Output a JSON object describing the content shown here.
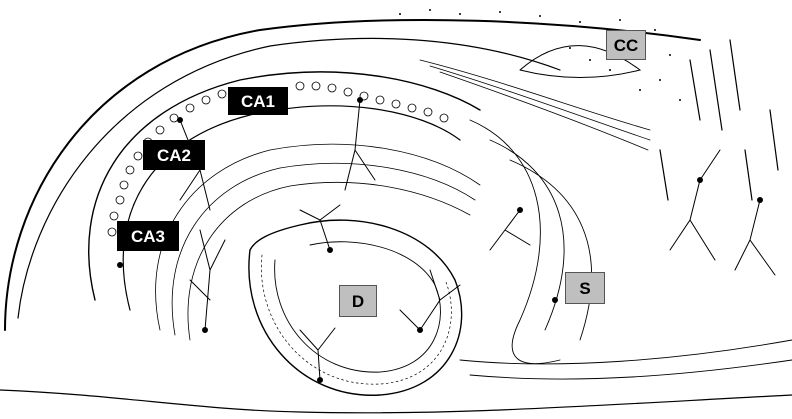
{
  "labels": {
    "ca1": "CA1",
    "ca2": "CA2",
    "ca3": "CA3",
    "cc": "CC",
    "d": "D",
    "s": "S"
  },
  "colors": {
    "ink": "#000000",
    "background": "#ffffff",
    "dark_label_fill": "#000000",
    "grey_label_fill": "#bfbfbf"
  }
}
